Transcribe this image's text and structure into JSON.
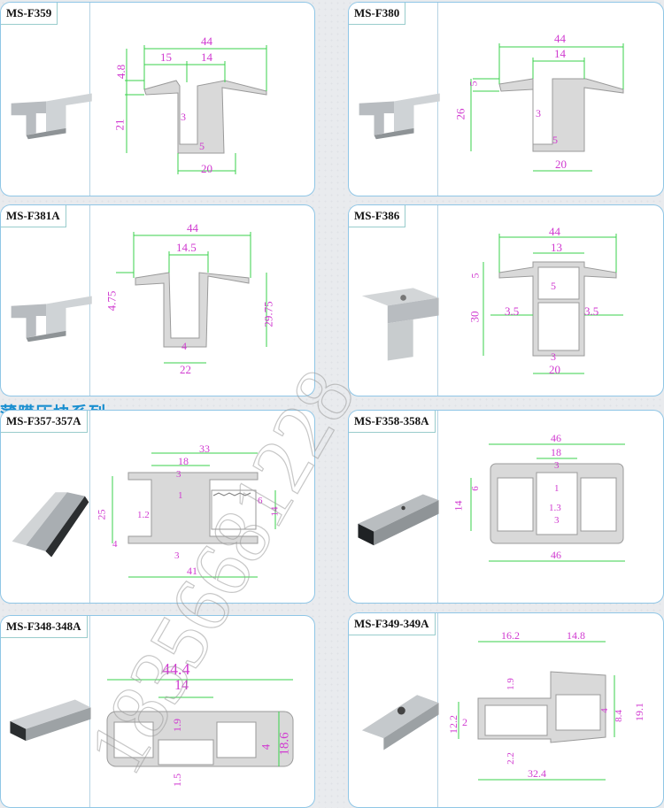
{
  "section_title": "薄膜压块系列",
  "watermark": "18356681228",
  "colors": {
    "dim_green": "#39d24b",
    "dim_text": "#d03ad0",
    "profile_fill": "#d9d9d9",
    "card_border": "#8fc6e6",
    "title_blue": "#1a8fd0"
  },
  "products": [
    {
      "model": "MS-F359",
      "dims": {
        "a": "44",
        "b": "15",
        "c": "14",
        "d": "4.8",
        "e": "21",
        "f": "3",
        "g": "5",
        "h": "20"
      }
    },
    {
      "model": "MS-F380",
      "dims": {
        "a": "44",
        "b": "14",
        "c": "5",
        "d": "26",
        "e": "3",
        "f": "5",
        "g": "20"
      }
    },
    {
      "model": "MS-F381A",
      "dims": {
        "a": "44",
        "b": "14.5",
        "c": "4.75",
        "d": "29.75",
        "e": "4",
        "f": "22"
      }
    },
    {
      "model": "MS-F386",
      "dims": {
        "a": "44",
        "b": "13",
        "c": "5",
        "d": "5",
        "e": "30",
        "f": "3.5",
        "g": "3.5",
        "h": "3",
        "i": "20"
      }
    },
    {
      "model": "MS-F357-357A",
      "dims": {
        "a": "33",
        "b": "18",
        "c": "3",
        "d": "1",
        "e": "25",
        "f": "1.2",
        "g": "6",
        "h": "14",
        "i": "4",
        "j": "3",
        "k": "41"
      }
    },
    {
      "model": "MS-F358-358A",
      "dims": {
        "a": "46",
        "b": "18",
        "c": "3",
        "d": "6",
        "e": "14",
        "f": "1",
        "g": "1.3",
        "h": "3",
        "i": "46"
      }
    },
    {
      "model": "MS-F348-348A",
      "dims": {
        "a": "44.4",
        "b": "14",
        "c": "1.9",
        "d": "4",
        "e": "18.6",
        "f": "1.5"
      }
    },
    {
      "model": "MS-F349-349A",
      "dims": {
        "a": "16.2",
        "b": "14.8",
        "c": "1.9",
        "d": "12.2",
        "e": "2",
        "f": "4",
        "g": "8.4",
        "h": "19.1",
        "i": "2.2",
        "j": "32.4"
      }
    }
  ]
}
